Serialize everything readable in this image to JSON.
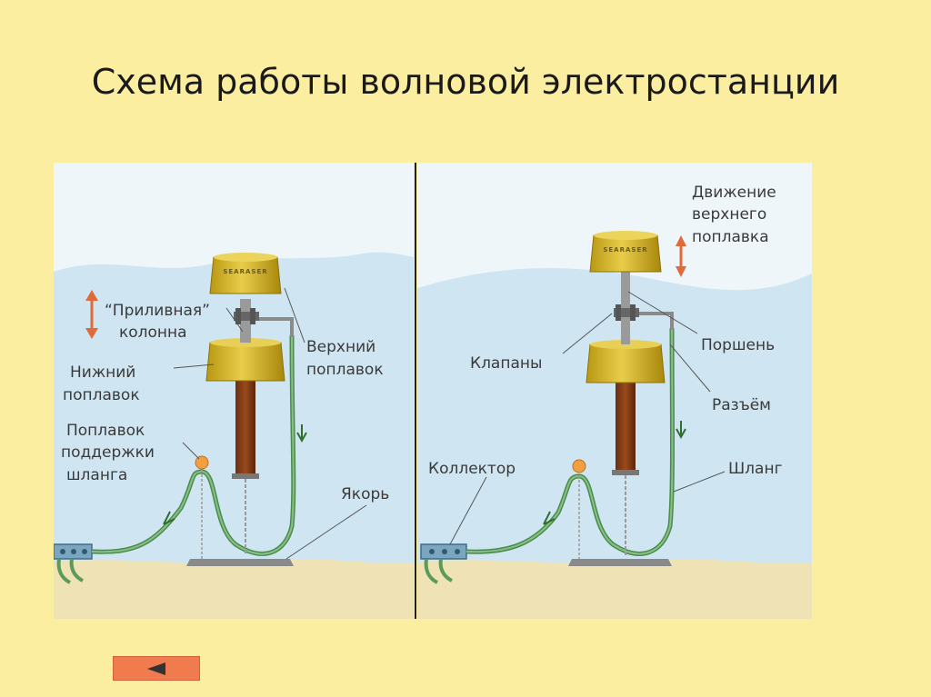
{
  "title": "Схема работы волновой электростанции",
  "left_panel": {
    "labels": {
      "tidal_column_1": "“Приливная”",
      "tidal_column_2": "колонна",
      "upper_float_1": "Верхний",
      "upper_float_2": "поплавок",
      "lower_float_1": "Нижний",
      "lower_float_2": "поплавок",
      "hose_float_1": "Поплавок",
      "hose_float_2": "поддержки",
      "hose_float_3": "шланга",
      "anchor": "Якорь"
    },
    "logo_text": "SEARASER"
  },
  "right_panel": {
    "labels": {
      "motion_1": "Движение",
      "motion_2": "верхнего",
      "motion_3": "поплавка",
      "piston": "Поршень",
      "valves": "Клапаны",
      "connector": "Разъём",
      "hose": "Шланг",
      "collector": "Коллектор"
    },
    "logo_text": "SEARASER"
  },
  "nav": {
    "back_icon": "left-triangle-icon"
  },
  "colors": {
    "background": "#fbeea0",
    "sky": "#eaf4f9",
    "water": "#cfe6f2",
    "sand": "#efe2b4",
    "float": "#d6b82a",
    "hose": "#5a9a5a",
    "arrow": "#e06a3a",
    "nav": "#f07b4f"
  }
}
